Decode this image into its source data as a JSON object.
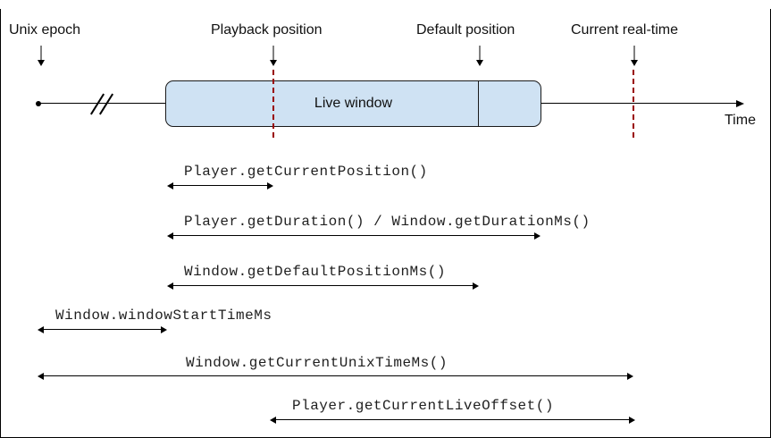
{
  "figure": {
    "markers": [
      {
        "label": "Unix epoch"
      },
      {
        "label": "Playback position"
      },
      {
        "label": "Default position"
      },
      {
        "label": "Current real-time"
      }
    ],
    "timeline": {
      "axis_label": "Time",
      "window_label": "Live window"
    },
    "measurements": [
      {
        "label": "Player.getCurrentPosition()"
      },
      {
        "label": "Player.getDuration() / Window.getDurationMs()"
      },
      {
        "label": "Window.getDefaultPositionMs()"
      },
      {
        "label": "Window.windowStartTimeMs"
      },
      {
        "label": "Window.getCurrentUnixTimeMs()"
      },
      {
        "label": "Player.getCurrentLiveOffset()"
      }
    ],
    "colors": {
      "window_fill": "#cfe2f3",
      "window_border": "#1a1a1a",
      "dashed_line": "#990000",
      "line": "#000000"
    }
  }
}
